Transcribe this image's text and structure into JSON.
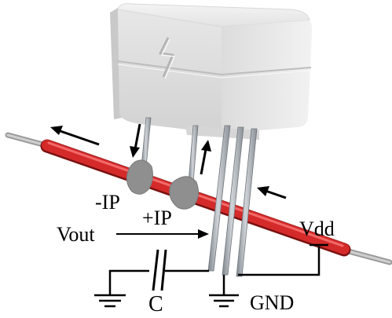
{
  "labels": {
    "minus_ip": "-IP",
    "plus_ip": "+IP",
    "vout": "Vout",
    "vdd": "Vdd",
    "capacitor": "C",
    "ground": "GND"
  },
  "colors": {
    "conductor": "#d42a2a",
    "conductor_dark": "#8e1414",
    "wire_core": "#b9b9b9",
    "housing": "#e9e9e9",
    "housing_shadow": "#cfcfcf",
    "pin": "#a8adb3",
    "solder": "#8f8f8f",
    "ink": "#000000"
  },
  "icons": {
    "current_direction": "arrow-icon",
    "ground_symbol": "ground-icon",
    "capacitor_symbol": "capacitor-icon"
  }
}
